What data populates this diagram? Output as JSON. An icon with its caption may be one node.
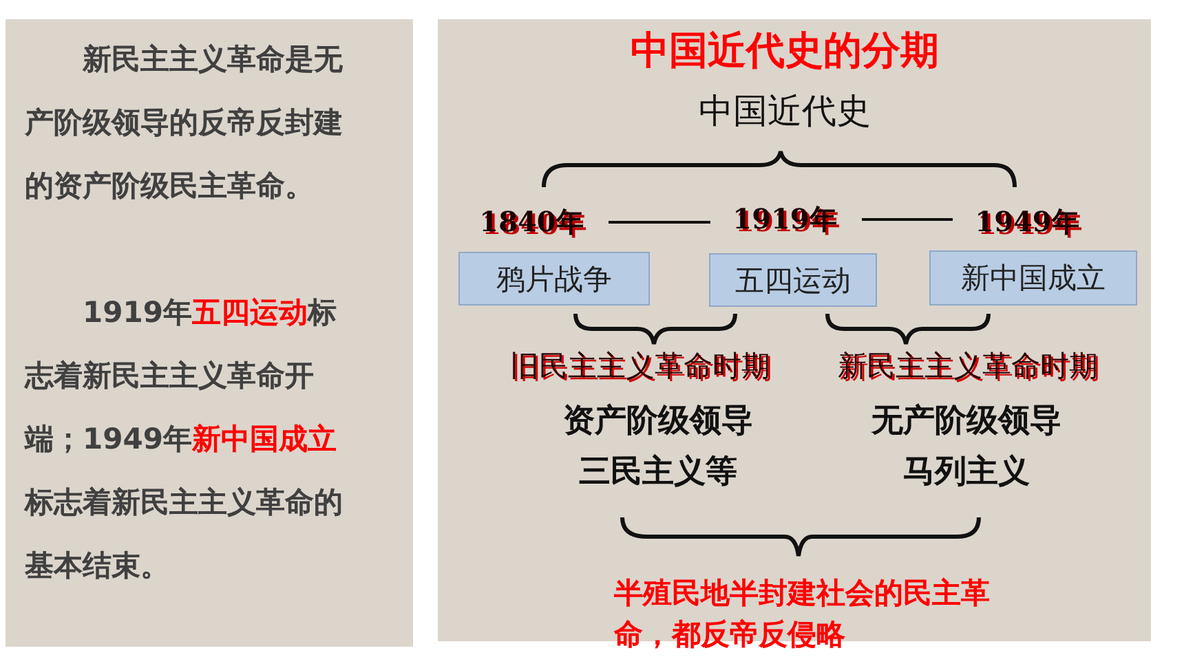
{
  "diagram": {
    "title": "中国近代史的分期",
    "nodes": [
      {
        "text": [
          "1840年"
        ]
      },
      {
        "text": [
          "1919年"
        ]
      },
      {
        "text": [
          "1949年"
        ]
      },
      {
        "text": [
          "鸦片战争"
        ]
      },
      {
        "text": [
          "五四运动"
        ]
      },
      {
        "text": [
          "新中国成立"
        ]
      }
    ],
    "edges": [
      {
        "from": 0,
        "to": 1,
        "arrow": "none"
      },
      {
        "from": 1,
        "to": 2,
        "arrow": "none"
      }
    ],
    "labels": [
      "新民主主义革命是无产阶级领导的反帝反封建的资产阶级民主革命。",
      "1919年**五四运动**标志着新民主主义革命开端；1949年**新中国成立**标志着新民主主义革命的基本结束。",
      "中国近代史",
      "旧民主主义革命时期",
      "新民主主义革命时期",
      "资产阶级领导",
      "三民主义等",
      "无产阶级领导",
      "马列主义",
      "半殖民地半封建社会的民主革命，都反帝反侵略"
    ]
  }
}
